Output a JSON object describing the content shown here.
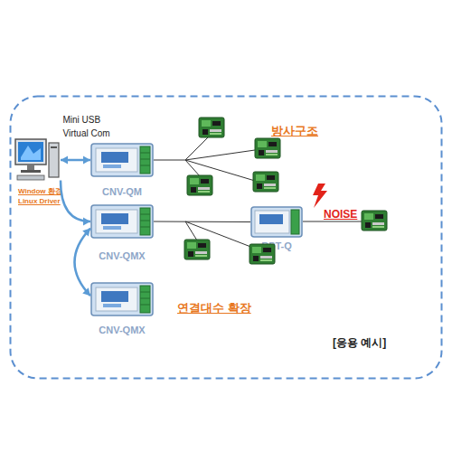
{
  "diagram": {
    "nodes": [
      {
        "text": [
          "[응용 예시]"
        ]
      },
      {
        "text": [
          "Window 환경 Linux Driver"
        ],
        "in": 0
      },
      {
        "text": [
          "CNV-QM"
        ],
        "in": 0
      },
      {
        "text": [
          "CNV-QMX"
        ],
        "in": 0
      },
      {
        "text": [
          "RPT-Q"
        ],
        "in": 0
      },
      {
        "text": [
          "CNV-QMX"
        ],
        "in": 0
      }
    ],
    "edges": [
      {
        "from": 1,
        "to": 2,
        "arrow": "both",
        "label": "Mini USB Virtual Com"
      },
      {
        "from": 1,
        "to": 3,
        "arrow": "to"
      },
      {
        "from": 5,
        "to": 3,
        "arrow": "both"
      },
      {
        "from": 3,
        "to": 4,
        "arrow": "none"
      }
    ],
    "labels": [
      "방사구조",
      "NOISE",
      "연결대수 확장"
    ]
  }
}
